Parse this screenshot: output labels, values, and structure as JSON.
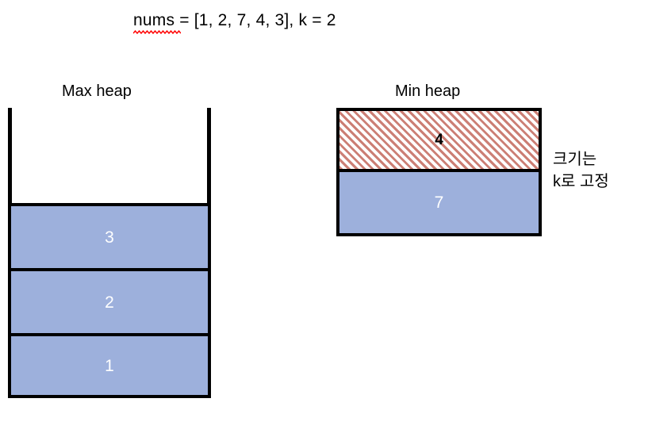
{
  "title": {
    "misspelled_word": "nums",
    "rest": " = [1, 2, 7, 4, 3], k = 2"
  },
  "colors": {
    "cell_blue": "#9db0dc",
    "hatch_red": "#cc7f75",
    "border_black": "#000000",
    "spellcheck_red": "#ff0000",
    "value_white": "#ffffff",
    "value_black": "#000000"
  },
  "max_heap": {
    "heading": "Max heap",
    "cells": [
      {
        "value": "3",
        "fill": "blue"
      },
      {
        "value": "2",
        "fill": "blue"
      },
      {
        "value": "1",
        "fill": "blue"
      }
    ]
  },
  "min_heap": {
    "heading": "Min heap",
    "cells": [
      {
        "value": "4",
        "fill": "hatched-red"
      },
      {
        "value": "7",
        "fill": "blue"
      }
    ]
  },
  "annotation": {
    "line1": "크기는",
    "line2": "k로 고정"
  }
}
